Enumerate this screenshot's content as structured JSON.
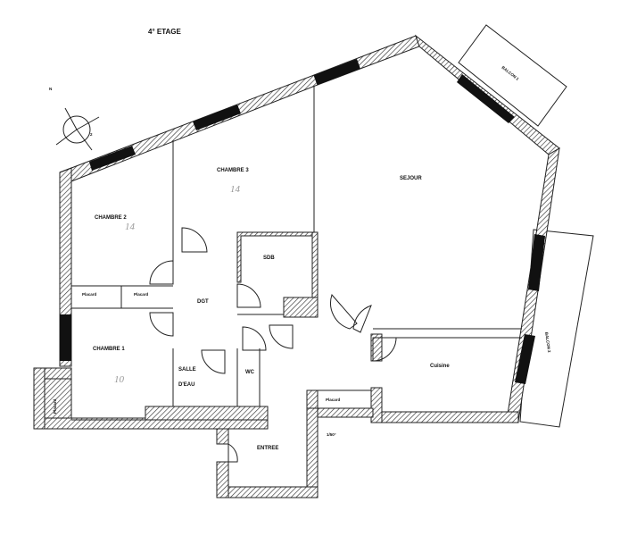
{
  "floor_title": "4° ETAGE",
  "compass": {
    "north_label": "N",
    "scale_mark": "2"
  },
  "rooms": {
    "chambre2": "CHAMBRE 2",
    "chambre3": "CHAMBRE 3",
    "sejour": "SEJOUR",
    "sdb": "SDB",
    "dgt": "DGT",
    "chambre1": "CHAMBRE 1",
    "salle": "SALLE",
    "deau": "D'EAU",
    "wc": "WC",
    "cuisine": "Cuisine",
    "entree": "ENTREE"
  },
  "placards": {
    "p1": "Placard",
    "p2": "Placard",
    "p3": "Placard",
    "p4": "Placard"
  },
  "balconies": {
    "b1": "BALCON 1",
    "b2": "BALCON 2"
  },
  "height_note": "1/50°",
  "handwritten": {
    "h1": "14",
    "h2": "14",
    "h3": "10"
  }
}
